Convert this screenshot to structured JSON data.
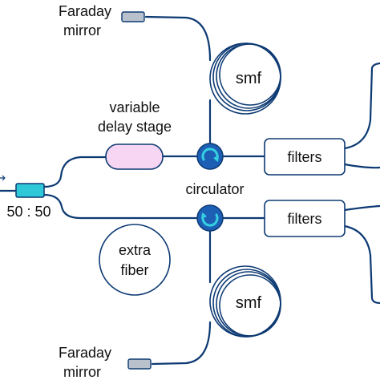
{
  "labels": {
    "faraday_mirror_top_line1": "Faraday",
    "faraday_mirror_top_line2": "mirror",
    "faraday_mirror_bottom_line1": "Faraday",
    "faraday_mirror_bottom_line2": "mirror",
    "smf_top": "smf",
    "smf_bottom": "smf",
    "variable_delay_line1": "variable",
    "variable_delay_line2": "delay stage",
    "circulator": "circulator",
    "filters_top": "filters",
    "filters_bottom": "filters",
    "coupler_ratio": "50 : 50",
    "extra_fiber_line1": "extra",
    "extra_fiber_line2": "fiber"
  },
  "colors": {
    "fiber": "#0d3a73",
    "coupler": "#2ec8d8",
    "delay_stage": "#f6d6f3",
    "circulator_body": "#1d5fb5",
    "circulator_arrow": "#35d0e0",
    "faraday_mirror": "#b9c2cc"
  },
  "icons": {
    "circulator_top": "circulator-clockwise-icon",
    "circulator_bottom": "circulator-counterclockwise-icon",
    "input_arrow": "arrow-right-icon"
  }
}
